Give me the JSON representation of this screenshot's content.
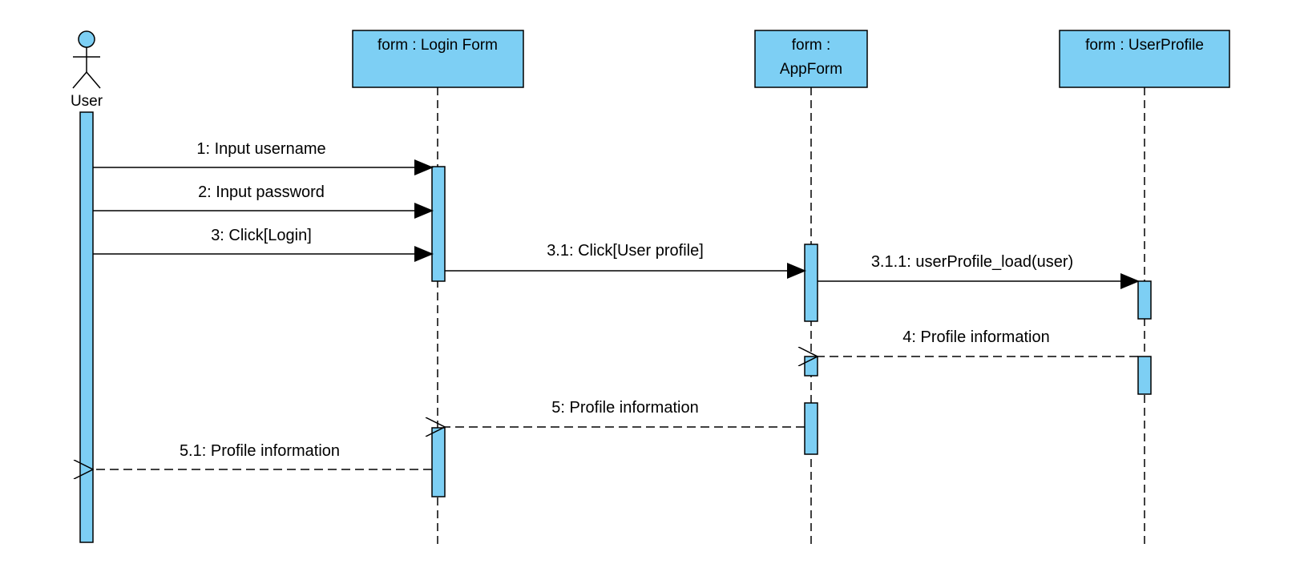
{
  "colors": {
    "fill": "#7dcff4",
    "stroke": "#000000",
    "background": "#ffffff"
  },
  "actor": {
    "name": "User",
    "icon": "stick-figure-icon"
  },
  "lifelines": [
    {
      "id": "login",
      "line1": "form : Login Form",
      "line2": ""
    },
    {
      "id": "app",
      "line1": "form :",
      "line2": "AppForm"
    },
    {
      "id": "profile",
      "line1": "form : UserProfile",
      "line2": ""
    }
  ],
  "messages": [
    {
      "id": "m1",
      "label": "1: Input username",
      "type": "sync"
    },
    {
      "id": "m2",
      "label": "2: Input password",
      "type": "sync"
    },
    {
      "id": "m3",
      "label": "3: Click[Login]",
      "type": "sync"
    },
    {
      "id": "m31",
      "label": "3.1: Click[User profile]",
      "type": "sync"
    },
    {
      "id": "m311",
      "label": "3.1.1: userProfile_load(user)",
      "type": "sync"
    },
    {
      "id": "m4",
      "label": "4: Profile information",
      "type": "return"
    },
    {
      "id": "m5",
      "label": "5: Profile information",
      "type": "return"
    },
    {
      "id": "m51",
      "label": "5.1: Profile information",
      "type": "return"
    }
  ]
}
